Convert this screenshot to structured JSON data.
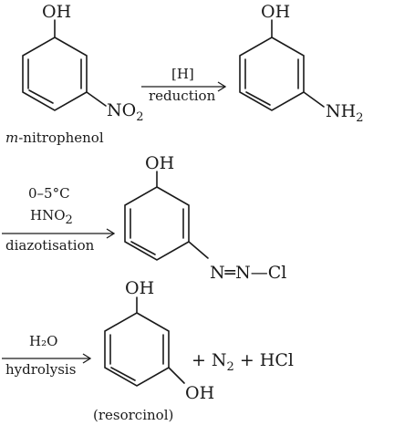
{
  "structures": {
    "s1": {
      "top": "OH",
      "sub": "NO",
      "sub_idx": "2",
      "name_prefix": "m",
      "name_rest": "-nitrophenol"
    },
    "s2": {
      "top": "OH",
      "sub": "NH",
      "sub_idx": "2"
    },
    "s3": {
      "top": "OH",
      "sub": "N═N—Cl"
    },
    "s4": {
      "top": "OH",
      "bottom": "OH",
      "name": "(resorcinol)"
    }
  },
  "steps": {
    "step1": {
      "above": "[H]",
      "below": "reduction"
    },
    "step2": {
      "line1": "0–5°C",
      "line2": "HNO",
      "line2_idx": "2",
      "below": "diazotisation"
    },
    "step3": {
      "above": "H₂O",
      "below": "hydrolysis"
    }
  },
  "products": {
    "plus1": "+",
    "n2": "N",
    "n2_idx": "2",
    "plus2": "+",
    "hcl": "HCl"
  }
}
